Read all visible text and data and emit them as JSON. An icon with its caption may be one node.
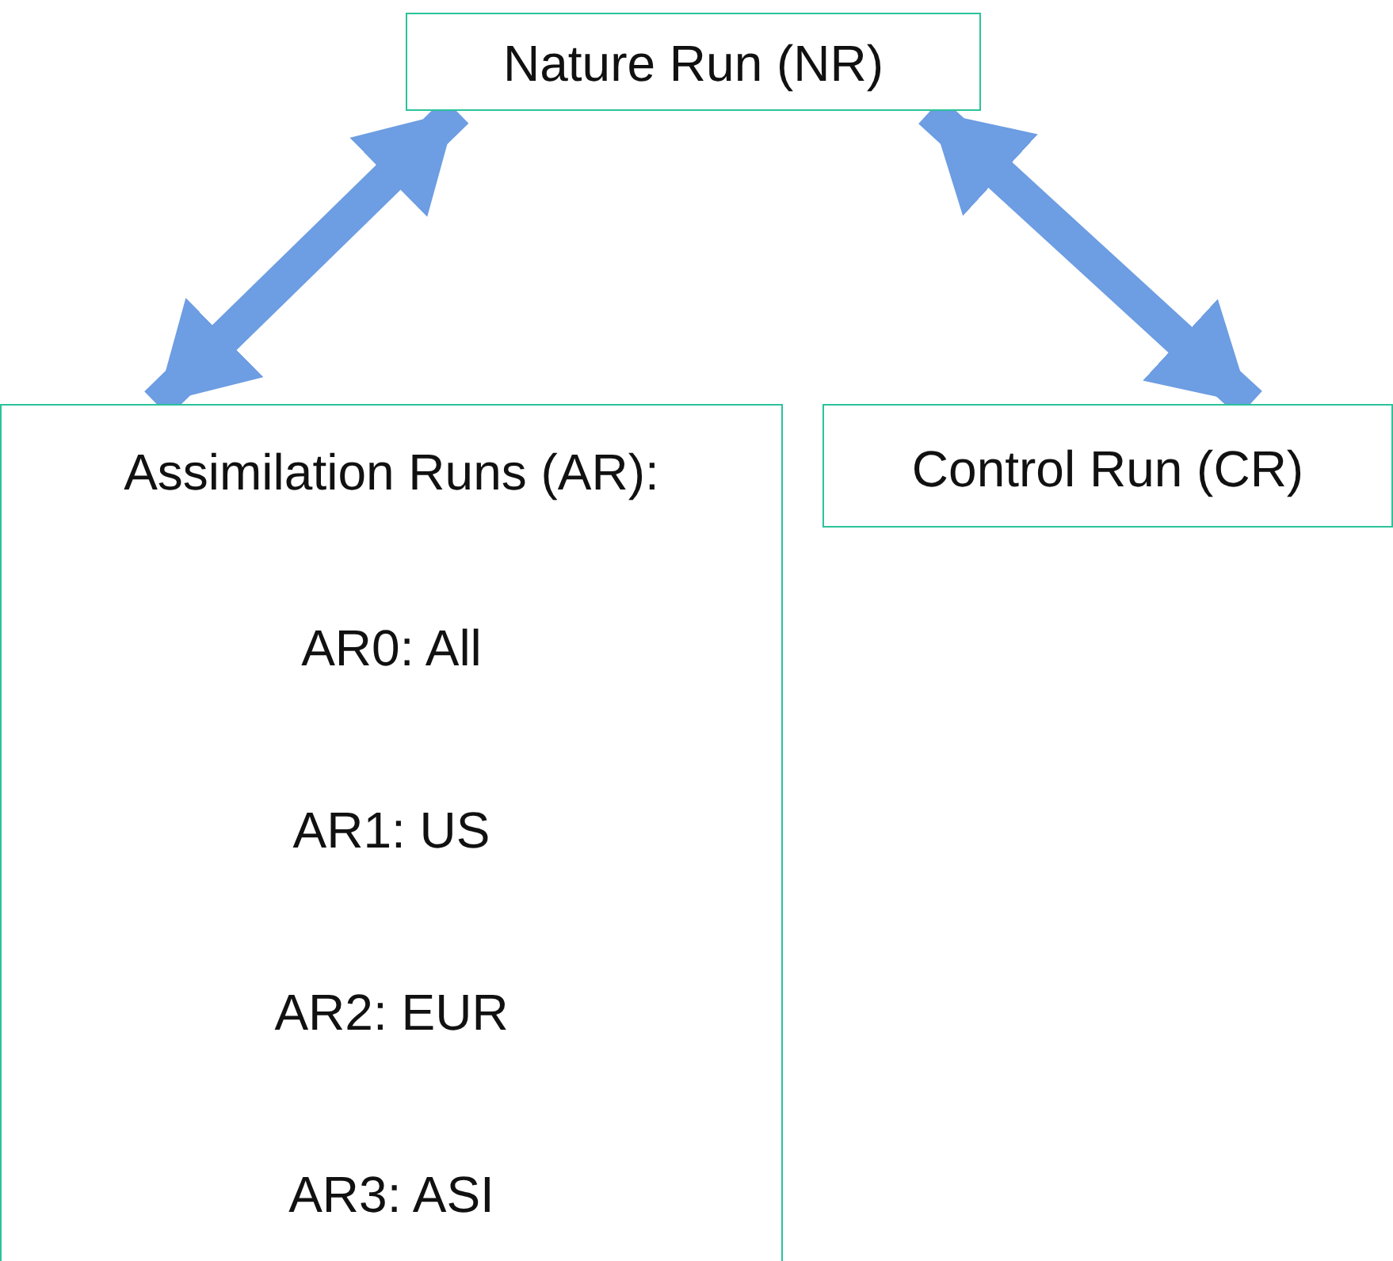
{
  "diagram": {
    "nodes": [
      {
        "text": [
          "Nature Run (NR)"
        ]
      },
      {
        "text": [
          "Assimilation Runs (AR):",
          "AR0: All",
          "AR1: US",
          "AR2: EUR",
          "AR3: ASI"
        ]
      },
      {
        "text": [
          "Control Run (CR)"
        ]
      }
    ],
    "edges": [
      {
        "from": 0,
        "to": 1,
        "arrow": "both"
      },
      {
        "from": 0,
        "to": 2,
        "arrow": "both"
      }
    ]
  }
}
